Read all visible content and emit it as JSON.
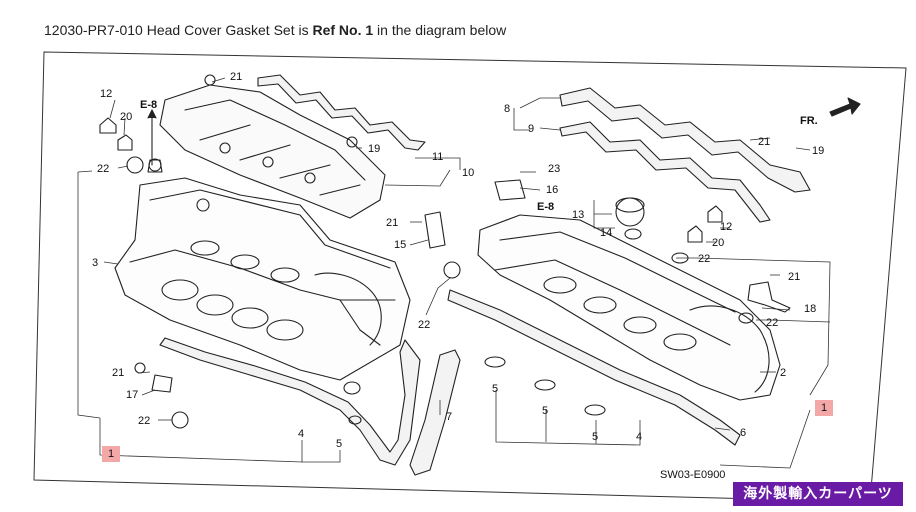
{
  "caption": {
    "prefix": "12030-PR7-010 Head Cover Gasket Set is ",
    "ref": "Ref No. 1",
    "suffix": " in the diagram below"
  },
  "diagram": {
    "code": "SW03-E0900",
    "direction": "FR.",
    "ref_highlight_color": "#f4a7a7",
    "labels": {
      "l12a": "12",
      "l20a": "20",
      "le8a": "E-8",
      "l22a": "22",
      "l3": "3",
      "l21a": "21",
      "l19a": "19",
      "l11": "11",
      "l10": "10",
      "l21b": "21",
      "l15": "15",
      "l22b": "22",
      "l21c": "21",
      "l17": "17",
      "l22c": "22",
      "l4a": "4",
      "l5a": "5",
      "l7": "7",
      "l8": "8",
      "l9": "9",
      "l21d": "21",
      "l19b": "19",
      "l23": "23",
      "l16": "16",
      "le8b": "E-8",
      "l13": "13",
      "l14": "14",
      "l12b": "12",
      "l20b": "20",
      "l22d": "22",
      "l21e": "21",
      "l18": "18",
      "l22e": "22",
      "l2": "2",
      "l5b": "5",
      "l5c": "5",
      "l5d": "5",
      "l4b": "4",
      "l6": "6"
    },
    "ref_left": "1",
    "ref_right": "1"
  },
  "watermark": "海外製輸入カーパーツ"
}
